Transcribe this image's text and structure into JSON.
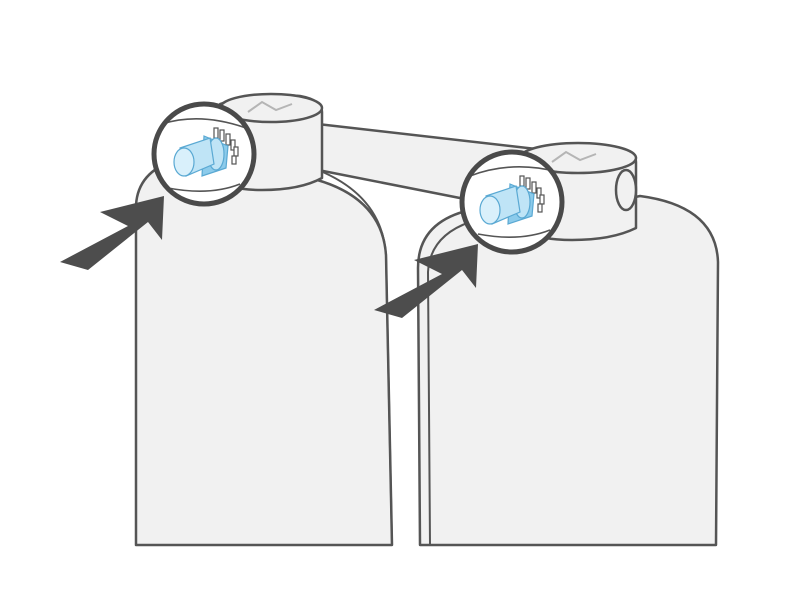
{
  "diagram": {
    "subject": "two-tank-unit-top-view",
    "callouts": [
      {
        "name": "left-filter-connector",
        "icon": "blue-filter-nozzle-icon"
      },
      {
        "name": "right-filter-connector",
        "icon": "blue-filter-nozzle-icon"
      }
    ],
    "arrows": [
      {
        "name": "left-insert-arrow",
        "icon": "arrow-up-right-icon"
      },
      {
        "name": "right-insert-arrow",
        "icon": "arrow-up-right-icon"
      }
    ]
  },
  "colors": {
    "tank_fill": "#f1f1f1",
    "outline": "#555555",
    "callout_ring": "#4a4a4a",
    "arrow": "#4d4d4d",
    "nozzle_light": "#bfe4f6",
    "nozzle_mid": "#8ccbeb",
    "nozzle_dark": "#5aa9d3"
  }
}
